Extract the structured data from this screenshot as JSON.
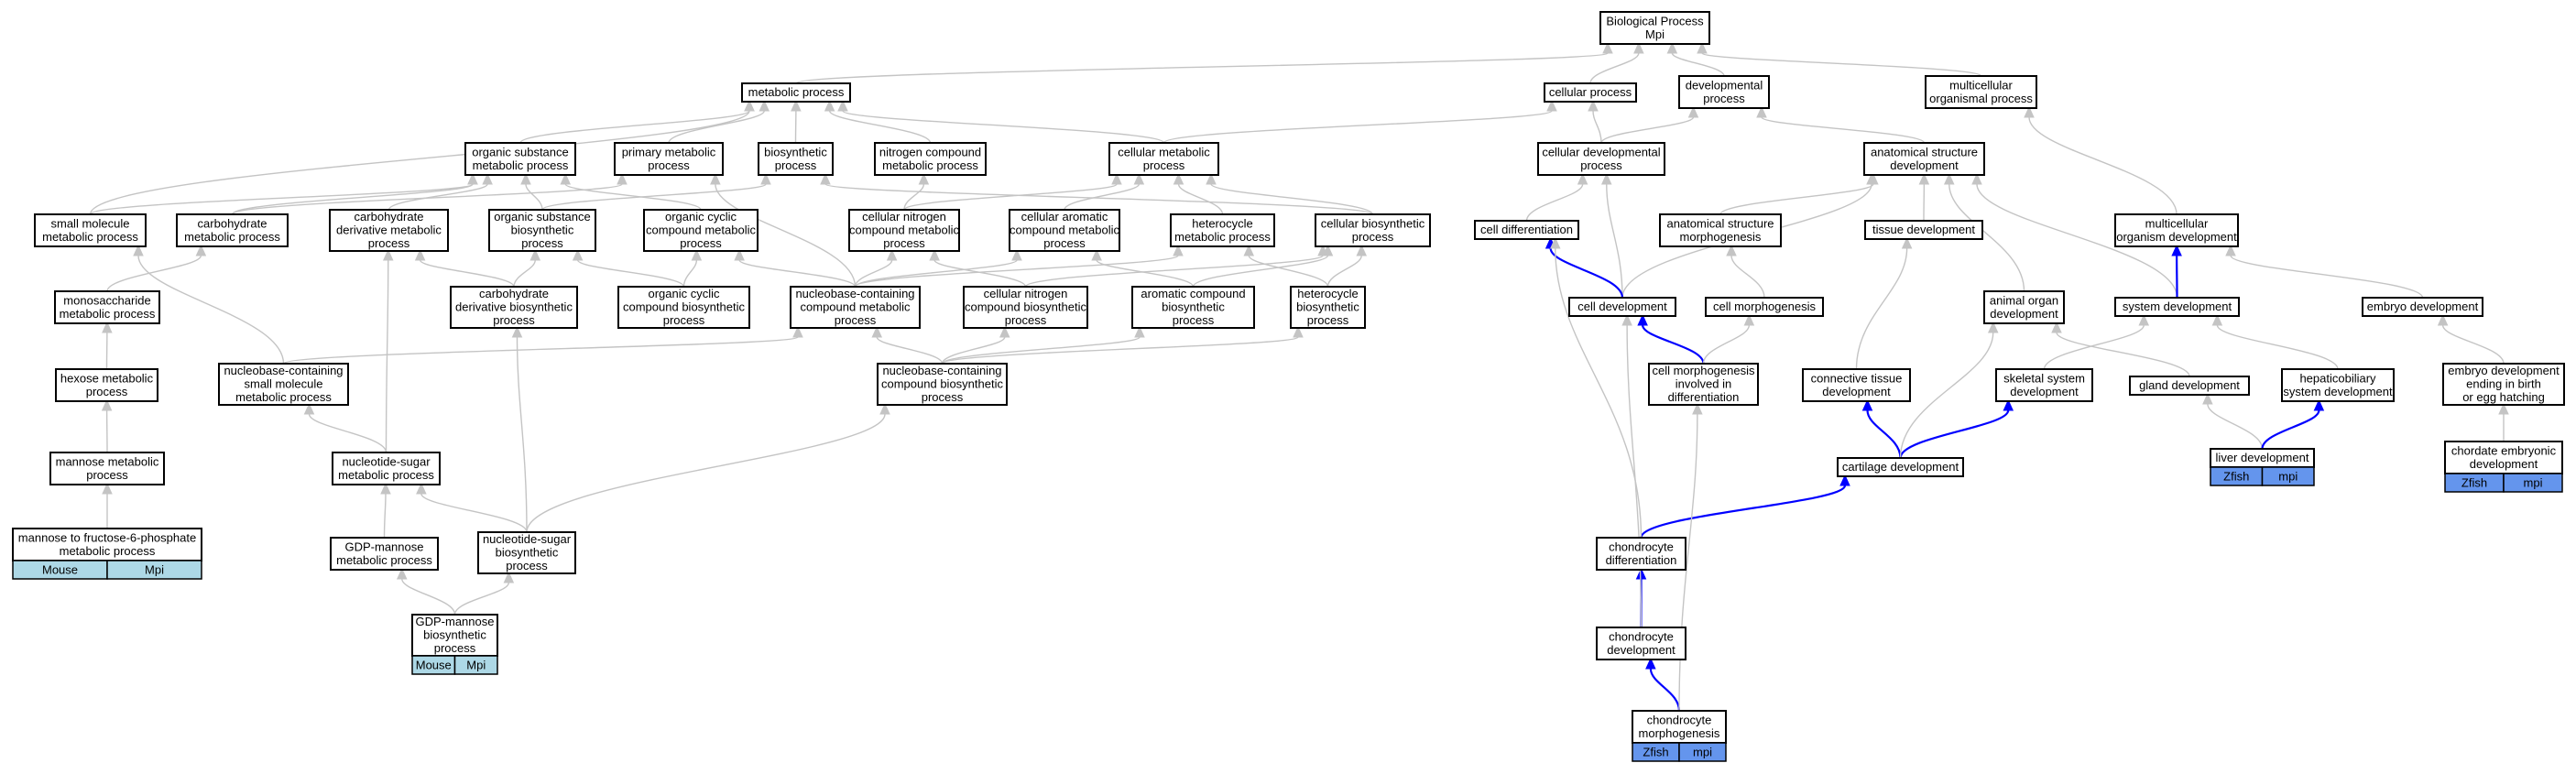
{
  "colors": {
    "mouse_tag": "#add8e6",
    "zfish_tag": "#6495ed",
    "highlight_edge": "#0000ff",
    "edge": "#c4c4c4"
  },
  "nodes": {
    "bp": [
      "Biological Process",
      "Mpi"
    ],
    "metabolic": [
      "metabolic process"
    ],
    "cellular": [
      "cellular process"
    ],
    "developmental": [
      "developmental",
      "process"
    ],
    "multicellular_org": [
      "multicellular",
      "organismal process"
    ],
    "organic_subst_met": [
      "organic substance",
      "metabolic process"
    ],
    "primary_met": [
      "primary metabolic",
      "process"
    ],
    "biosynthetic": [
      "biosynthetic",
      "process"
    ],
    "nitrogen_met": [
      "nitrogen compound",
      "metabolic process"
    ],
    "cellular_met": [
      "cellular metabolic",
      "process"
    ],
    "cell_dev_proc": [
      "cellular developmental",
      "process"
    ],
    "anat_struct_dev": [
      "anatomical structure",
      "development"
    ],
    "small_mol": [
      "small molecule",
      "metabolic process"
    ],
    "carbohydrate_met": [
      "carbohydrate",
      "metabolic process"
    ],
    "carb_deriv_met": [
      "carbohydrate",
      "derivative metabolic",
      "process"
    ],
    "organic_subst_bio": [
      "organic substance",
      "biosynthetic",
      "process"
    ],
    "organic_cyclic_met": [
      "organic cyclic",
      "compound metabolic",
      "process"
    ],
    "cell_nitrogen_met": [
      "cellular nitrogen",
      "compound metabolic",
      "process"
    ],
    "cell_aromatic_met": [
      "cellular aromatic",
      "compound metabolic",
      "process"
    ],
    "heterocycle_met": [
      "heterocycle",
      "metabolic process"
    ],
    "cell_biosynth": [
      "cellular biosynthetic",
      "process"
    ],
    "cell_diff": [
      "cell differentiation"
    ],
    "anat_morph": [
      "anatomical structure",
      "morphogenesis"
    ],
    "tissue_dev": [
      "tissue development"
    ],
    "multicell_dev": [
      "multicellular",
      "organism development"
    ],
    "monosacch": [
      "monosaccharide",
      "metabolic process"
    ],
    "carb_deriv_bio": [
      "carbohydrate",
      "derivative biosynthetic",
      "process"
    ],
    "org_cyclic_bio": [
      "organic cyclic",
      "compound biosynthetic",
      "process"
    ],
    "nucleobase_met": [
      "nucleobase-containing",
      "compound metabolic",
      "process"
    ],
    "cell_nitrogen_bio": [
      "cellular nitrogen",
      "compound biosynthetic",
      "process"
    ],
    "aromatic_bio": [
      "aromatic compound",
      "biosynthetic",
      "process"
    ],
    "heterocycle_bio": [
      "heterocycle",
      "biosynthetic",
      "process"
    ],
    "cell_development": [
      "cell development"
    ],
    "cell_morphogenesis": [
      "cell morphogenesis"
    ],
    "animal_organ": [
      "animal organ",
      "development"
    ],
    "system_dev": [
      "system development"
    ],
    "embryo_dev": [
      "embryo development"
    ],
    "hexose": [
      "hexose metabolic",
      "process"
    ],
    "nb_small": [
      "nucleobase-containing",
      "small molecule",
      "metabolic process"
    ],
    "nb_bio": [
      "nucleobase-containing",
      "compound biosynthetic",
      "process"
    ],
    "cell_morph_diff": [
      "cell morphogenesis",
      "involved in",
      "differentiation"
    ],
    "connective": [
      "connective tissue",
      "development"
    ],
    "skeletal": [
      "skeletal system",
      "development"
    ],
    "gland": [
      "gland development"
    ],
    "hepatobiliary": [
      "hepaticobiliary",
      "system development"
    ],
    "embryo_ending": [
      "embryo development",
      "ending in birth",
      "or egg hatching"
    ],
    "mannose_met": [
      "mannose metabolic",
      "process"
    ],
    "nsugar_met": [
      "nucleotide-sugar",
      "metabolic process"
    ],
    "cartilage": [
      "cartilage development"
    ],
    "liver": [
      "liver development"
    ],
    "chordate": [
      "chordate embryonic",
      "development"
    ],
    "mannose_f6p": [
      "mannose to fructose-6-phosphate",
      "metabolic process"
    ],
    "gdp_mannose_met": [
      "GDP-mannose",
      "metabolic process"
    ],
    "nsugar_bio": [
      "nucleotide-sugar",
      "biosynthetic",
      "process"
    ],
    "chondro_diff": [
      "chondrocyte",
      "differentiation"
    ],
    "gdp_mannose_bio": [
      "GDP-mannose",
      "biosynthetic",
      "process"
    ],
    "chondro_dev": [
      "chondrocyte",
      "development"
    ],
    "chondro_morph": [
      "chondrocyte",
      "morphogenesis"
    ]
  },
  "tags": {
    "mannose_f6p": [
      "Mouse",
      "Mpi"
    ],
    "gdp_mannose_bio": [
      "Mouse",
      "Mpi"
    ],
    "chondro_morph": [
      "Zfish",
      "mpi"
    ],
    "liver": [
      "Zfish",
      "mpi"
    ],
    "chordate": [
      "Zfish",
      "mpi"
    ]
  }
}
